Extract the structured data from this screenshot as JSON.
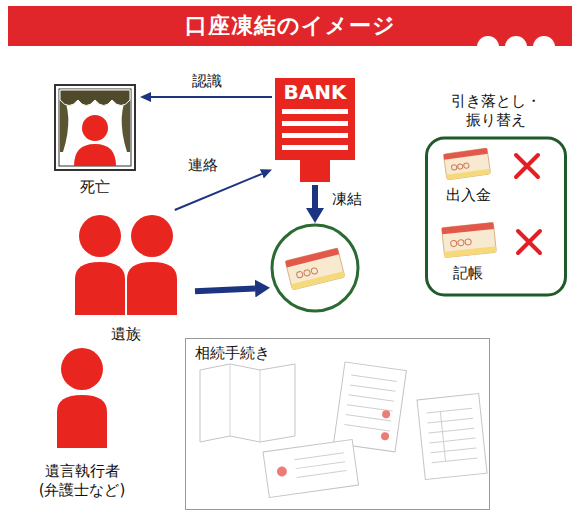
{
  "diagram": {
    "title": "口座凍結のイメージ",
    "nodes": [
      {
        "text": [
          "死亡"
        ]
      },
      {
        "text": [
          "BANK"
        ]
      },
      {
        "text": [
          "遺族"
        ]
      },
      {
        "text": []
      },
      {
        "text": [
          "遺言執行者 (弁護士など)"
        ]
      },
      {
        "text": [
          "相続手続き"
        ]
      },
      {
        "text": [
          "引き落とし・ 振り替え"
        ]
      },
      {
        "text": [
          "出入金"
        ],
        "in": 6
      },
      {
        "text": [
          "記帳"
        ],
        "in": 6
      }
    ],
    "edges": [
      {
        "from": 1,
        "to": 0,
        "arrow": "to",
        "label": "認識"
      },
      {
        "from": 2,
        "to": 1,
        "arrow": "to",
        "label": "連絡"
      },
      {
        "from": 1,
        "to": 3,
        "arrow": "to",
        "label": "凍結"
      },
      {
        "from": 2,
        "to": 3,
        "arrow": "to"
      }
    ]
  }
}
